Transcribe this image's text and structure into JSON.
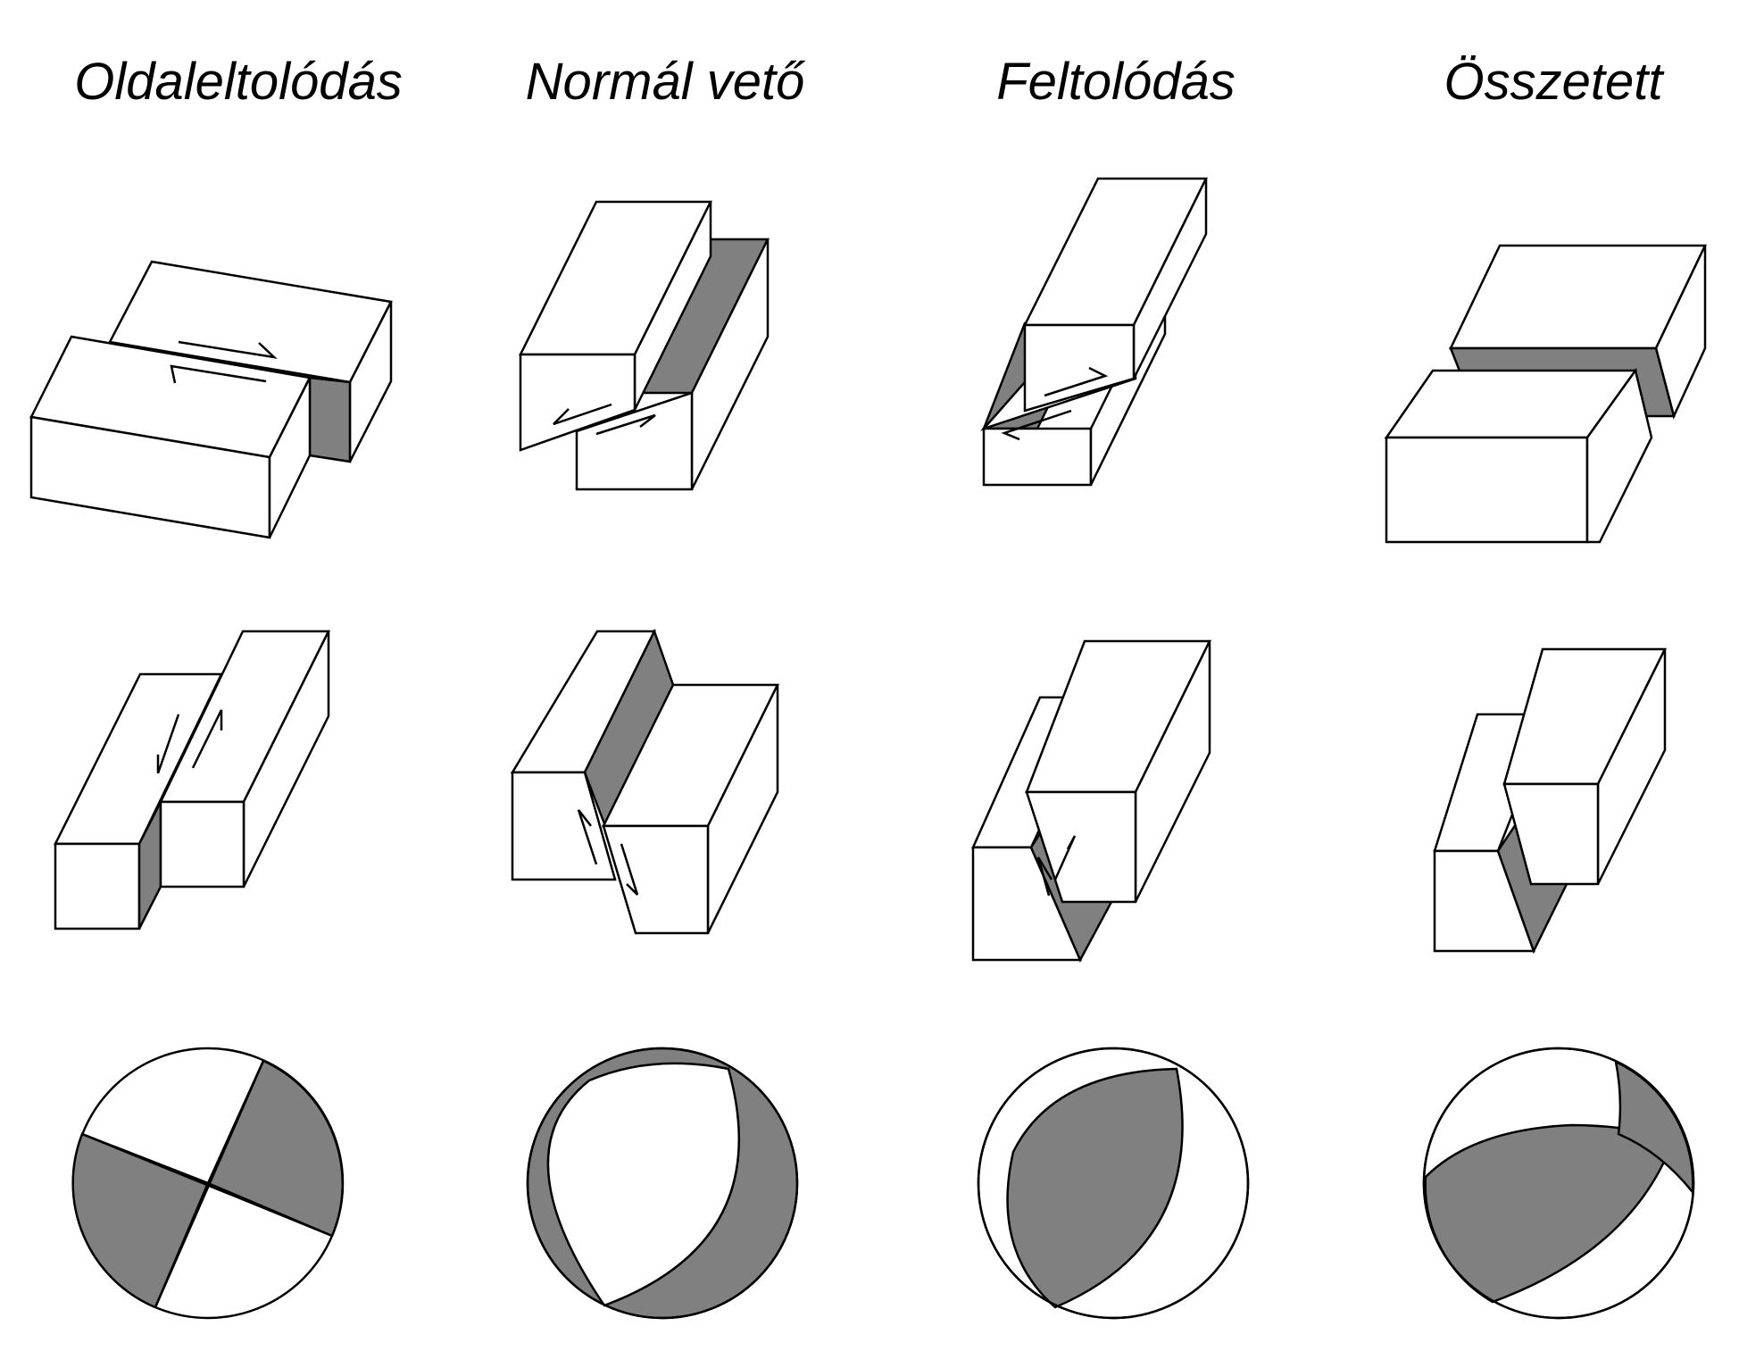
{
  "colors": {
    "shade": "#808080",
    "line": "#000000",
    "background": "#ffffff"
  },
  "columns": [
    {
      "title": "Oldaleltolódás"
    },
    {
      "title": "Normál vető"
    },
    {
      "title": "Feltolódás"
    },
    {
      "title": "Összetett"
    }
  ]
}
